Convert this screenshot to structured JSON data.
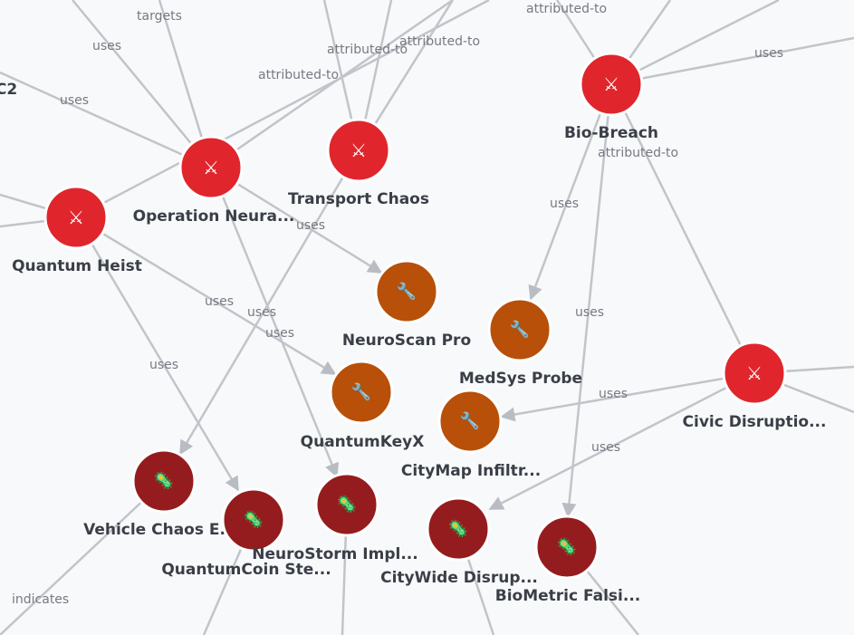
{
  "colors": {
    "campaign": "#e0262c",
    "tool": "#b85009",
    "malware": "#951c1e",
    "edge": "#c2c4c9",
    "background": "#f8f9fb"
  },
  "icons": {
    "campaign": "crossed-swords-icon",
    "tool": "wrench-icon",
    "malware": "bug-icon"
  },
  "nodes": [
    {
      "id": "bio-breach",
      "type": "campaign",
      "label": "Bio-Breach"
    },
    {
      "id": "transport-chaos",
      "type": "campaign",
      "label": "Transport Chaos"
    },
    {
      "id": "operation-neura",
      "type": "campaign",
      "label": "Operation Neura..."
    },
    {
      "id": "quantum-heist",
      "type": "campaign",
      "label": "Quantum Heist"
    },
    {
      "id": "civic-disruptio",
      "type": "campaign",
      "label": "Civic Disruptio..."
    },
    {
      "id": "neuroscan-pro",
      "type": "tool",
      "label": "NeuroScan Pro"
    },
    {
      "id": "medsys-probe",
      "type": "tool",
      "label": "MedSys Probe"
    },
    {
      "id": "quantumkeyx",
      "type": "tool",
      "label": "QuantumKeyX"
    },
    {
      "id": "citymap-infiltr",
      "type": "tool",
      "label": "CityMap Infiltr..."
    },
    {
      "id": "vehicle-chaos",
      "type": "malware",
      "label": "Vehicle Chaos E..."
    },
    {
      "id": "quantumcoin-ste",
      "type": "malware",
      "label": "QuantumCoin Ste..."
    },
    {
      "id": "neurostorm-impl",
      "type": "malware",
      "label": "NeuroStorm Impl..."
    },
    {
      "id": "citywide-disrup",
      "type": "malware",
      "label": "CityWide Disrup..."
    },
    {
      "id": "biometric-falsi",
      "type": "malware",
      "label": "BioMetric Falsi..."
    }
  ],
  "offscreen_labels": [
    {
      "id": "c2-label",
      "label": "C2"
    }
  ],
  "edge_labels": {
    "uses": "uses",
    "targets": "targets",
    "attributed_to": "attributed-to",
    "indicates": "indicates"
  },
  "edges": [
    {
      "from": "operation-neura",
      "to": "neuroscan-pro",
      "label": "uses"
    },
    {
      "from": "quantum-heist",
      "to": "quantumkeyx",
      "label": "uses"
    },
    {
      "from": "quantum-heist",
      "to": "quantumcoin-ste",
      "label": "uses"
    },
    {
      "from": "operation-neura",
      "to": "neurostorm-impl",
      "label": "uses"
    },
    {
      "from": "transport-chaos",
      "to": "vehicle-chaos",
      "label": "uses"
    },
    {
      "from": "bio-breach",
      "to": "medsys-probe",
      "label": "uses"
    },
    {
      "from": "bio-breach",
      "to": "biometric-falsi",
      "label": "uses"
    },
    {
      "from": "civic-disruptio",
      "to": "citymap-infiltr",
      "label": "uses"
    },
    {
      "from": "civic-disruptio",
      "to": "citywide-disrup",
      "label": "uses"
    },
    {
      "from": "bio-breach",
      "to": "civic-disruptio",
      "label": "attributed-to"
    }
  ]
}
